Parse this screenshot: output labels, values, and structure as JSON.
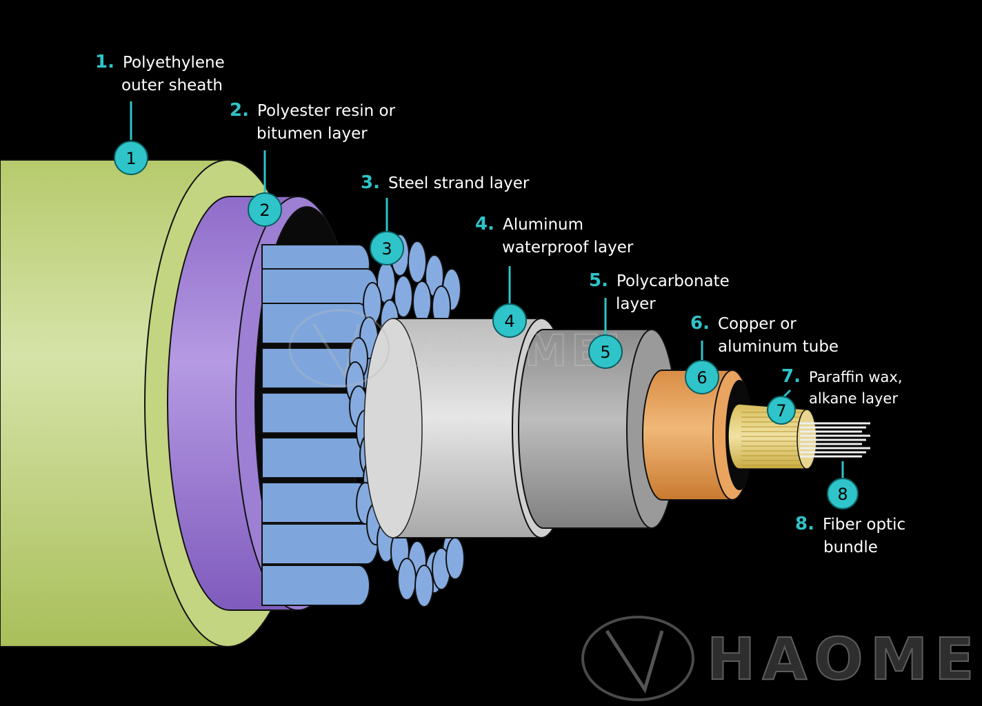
{
  "background": "#000000",
  "accent": "#2ec4c9",
  "watermark": "HAOMEI",
  "layers": [
    {
      "num": "1.",
      "badge": "1",
      "line1": "Polyethylene",
      "line2": "outer sheath",
      "color": "#c8d98a"
    },
    {
      "num": "2.",
      "badge": "2",
      "line1": "Polyester resin or",
      "line2": "bitumen layer",
      "color": "#a583d6"
    },
    {
      "num": "3.",
      "badge": "3",
      "line1": "Steel strand layer",
      "line2": "",
      "color": "#7fa8de"
    },
    {
      "num": "4.",
      "badge": "4",
      "line1": "Aluminum",
      "line2": "waterproof layer",
      "color": "#d4d4d4"
    },
    {
      "num": "5.",
      "badge": "5",
      "line1": "Polycarbonate",
      "line2": "layer",
      "color": "#a6a6a6"
    },
    {
      "num": "6.",
      "badge": "6",
      "line1": "Copper or",
      "line2": "aluminum tube",
      "color": "#e8a866"
    },
    {
      "num": "7.",
      "badge": "7",
      "line1": "Paraffin wax,",
      "line2": "alkane layer",
      "color": "#e9d48a"
    },
    {
      "num": "8.",
      "badge": "8",
      "line1": "Fiber optic",
      "line2": "bundle",
      "color": "#e6e6e6"
    }
  ]
}
